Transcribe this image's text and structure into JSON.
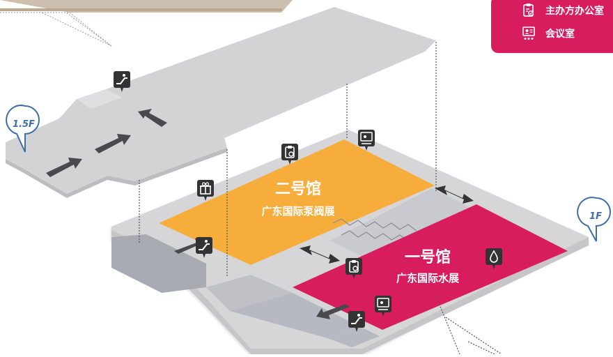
{
  "legend": {
    "items": [
      {
        "label": "主办方办公室",
        "icon": "clipboard-check-icon"
      },
      {
        "label": "会议室",
        "icon": "meeting-room-icon"
      }
    ]
  },
  "floors": {
    "upper": "1.5F",
    "ground": "1F"
  },
  "halls": [
    {
      "number": "二号馆",
      "name": "广东国际泵阀展",
      "color": "#f7ad3b"
    },
    {
      "number": "一号馆",
      "name": "广东国际水展",
      "color": "#d81d5e"
    }
  ],
  "colors": {
    "floor_plate": "#d6d6d8",
    "floor_plate_upper": "#d3d3d5",
    "walkway": "#b7b9c2",
    "marker": "#333333",
    "floor_pin": "#3f6ea8"
  }
}
